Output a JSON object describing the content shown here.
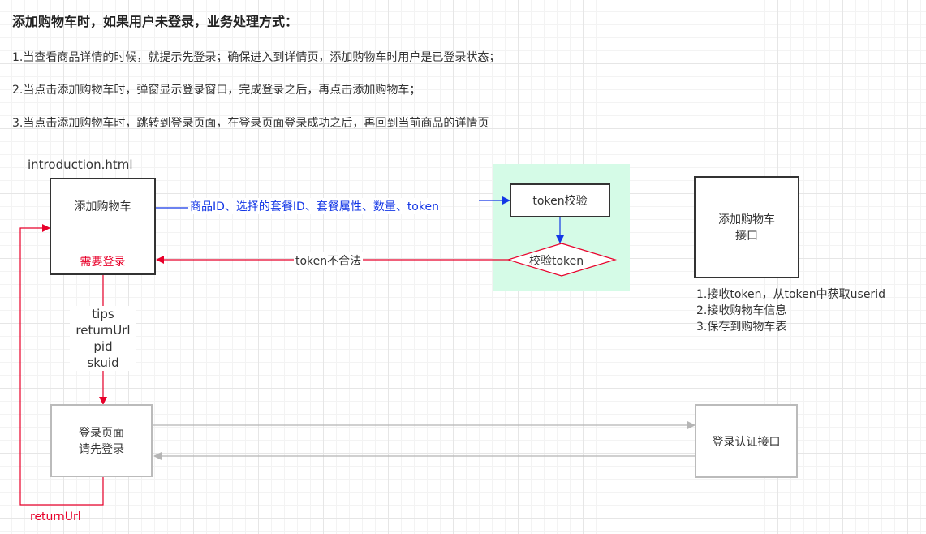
{
  "title": "添加购物车时，如果用户未登录，业务处理方式：",
  "notes": [
    "1.当查看商品详情的时候，就提示先登录；确保进入到详情页，添加购物车时用户是已登录状态；",
    "2.当点击添加购物车时，弹窗显示登录窗口，完成登录之后，再点击添加购物车；",
    "3.当点击添加购物车时，跳转到登录页面，在登录页面登录成功之后，再回到当前商品的详情页"
  ],
  "page_file_label": "introduction.html",
  "add_cart_box": {
    "label": "添加购物车",
    "need_login": "需要登录"
  },
  "param_label": "商品ID、选择的套餐ID、套餐属性、数量、token",
  "token_check_box": "token校验",
  "token_diamond": "校验token",
  "token_invalid": "token不合法",
  "cart_api_box": {
    "line1": "添加购物车",
    "line2": "接口"
  },
  "cart_api_notes": [
    "1.接收token，从token中获取userid",
    "2.接收购物车信息",
    "3.保存到购物车表"
  ],
  "params_down": [
    "tips",
    "returnUrl",
    "pid",
    "skuid"
  ],
  "login_page_box": {
    "line1": "登录页面",
    "line2": "请先登录"
  },
  "login_api_box": "登录认证接口",
  "return_url": "returnUrl",
  "colors": {
    "red": "#e8002a",
    "blue": "#1437e6",
    "gray": "#bbbbbb",
    "dark": "#333333",
    "green_zone": "#d5fbe7"
  }
}
